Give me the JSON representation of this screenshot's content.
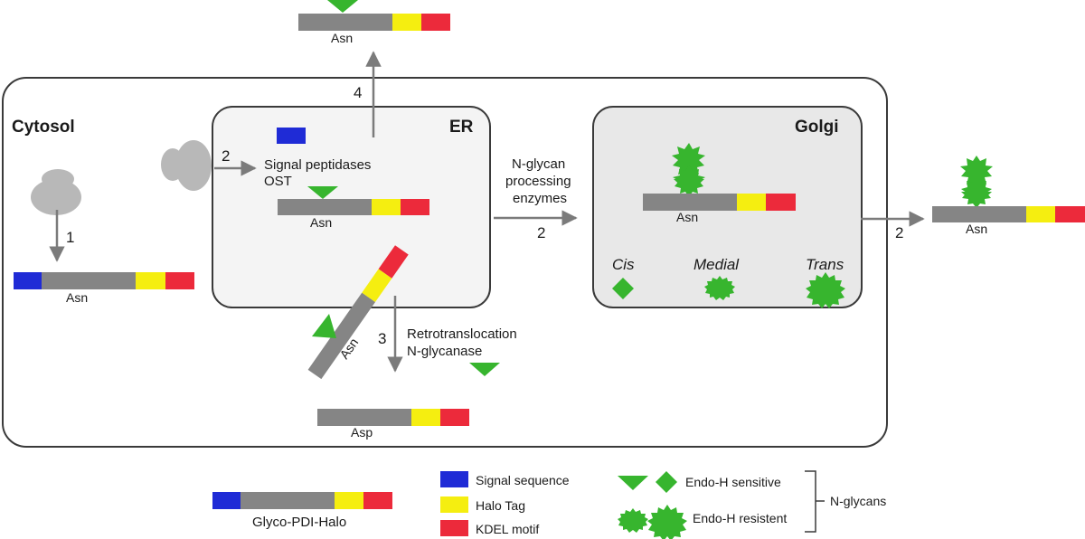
{
  "colors": {
    "signal": "#1f2bd6",
    "body": "#858585",
    "halo": "#f5ee10",
    "kdel": "#ec2a3b",
    "glycan": "#37b52e",
    "ribosome": "#b8b8b8",
    "arrow": "#7b7b7b",
    "compartment_fill": "#f2f2f2",
    "golgi_fill": "#e8e8e8"
  },
  "compartments": {
    "cytosol": "Cytosol",
    "er": "ER",
    "golgi": "Golgi"
  },
  "steps": {
    "one": "1",
    "two_er": "2",
    "two_golgi": "2",
    "two_out": "2",
    "three": "3",
    "four": "4"
  },
  "text": {
    "signal_peptidases": "Signal peptidases",
    "ost": "OST",
    "nglycan_1": "N-glycan",
    "nglycan_2": "processing",
    "nglycan_3": "enzymes",
    "retro": "Retrotranslocation",
    "nglycanase": "N-glycanase",
    "cis": "Cis",
    "medial": "Medial",
    "trans": "Trans"
  },
  "residues": {
    "asn": "Asn",
    "asp": "Asp"
  },
  "legend": {
    "construct": "Glyco-PDI-Halo",
    "signal": "Signal sequence",
    "halo": "Halo Tag",
    "kdel": "KDEL motif",
    "endoh_sensitive": "Endo-H sensitive",
    "endoh_resistant": "Endo-H resistent",
    "nglycans": "N-glycans"
  }
}
